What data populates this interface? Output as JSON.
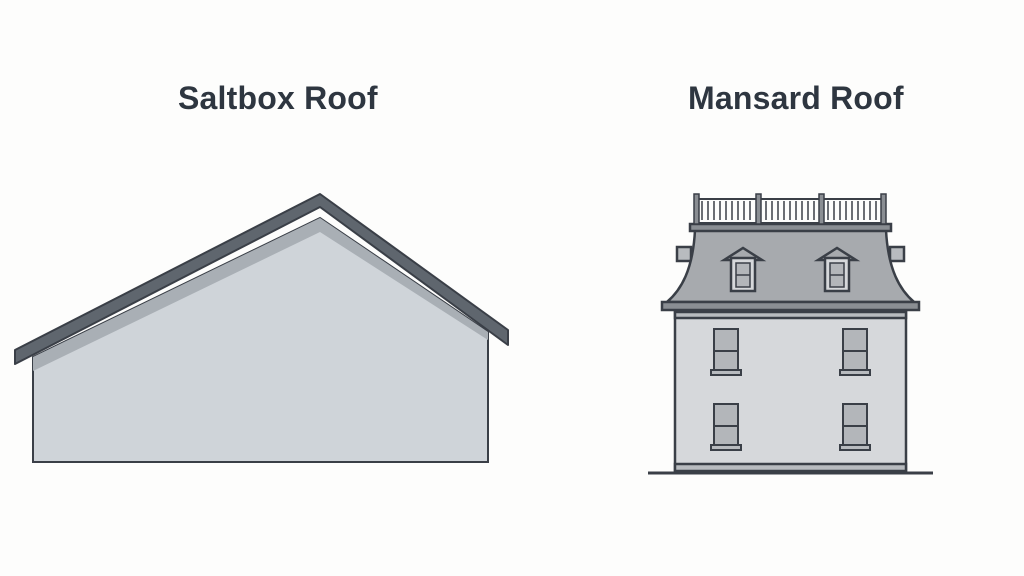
{
  "diagram": {
    "panels": [
      {
        "title": "Saltbox Roof",
        "illustration": "gable-house-silhouette"
      },
      {
        "title": "Mansard Roof",
        "illustration": "three-storey-mansard-house"
      }
    ],
    "colors": {
      "background": "#fdfdfc",
      "title_text": "#2e3640",
      "outline": "#3a3f47",
      "roof_dark": "#5f666e",
      "wall_fill": "#cfd4d9",
      "mansard_roof": "#a7aaae",
      "mansard_wall": "#d6d8db",
      "window_glass": "#b3b6ba"
    }
  }
}
